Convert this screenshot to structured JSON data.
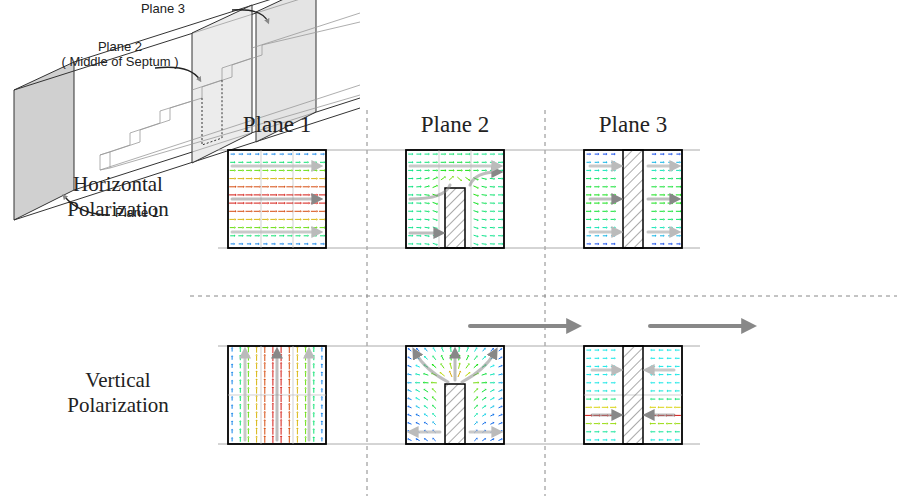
{
  "diagram": {
    "labels": [
      "Plane 3",
      "Plane 2",
      "( Middle of Septum )",
      "Plane 1",
      "Plane 1",
      "Plane 2",
      "Plane 3",
      "Horizontal Polarization",
      "Vertical Polarization"
    ]
  }
}
